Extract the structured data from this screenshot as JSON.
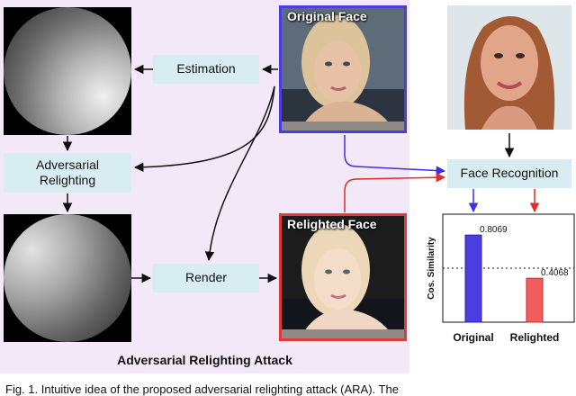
{
  "panel": {
    "title": "Adversarial Relighting Attack"
  },
  "boxes": {
    "estimation": "Estimation",
    "adversarial_relighting": "Adversarial\nRelighting",
    "render": "Render",
    "face_recognition": "Face Recognition"
  },
  "photos": {
    "original": "Original Face",
    "relighted": "Relighted Face"
  },
  "colors": {
    "panel_bg": "#f3e8f8",
    "box_bg": "#d7edf2",
    "original_accent": "#4a3ee0",
    "relighted_accent": "#e03b3b"
  },
  "chart_data": {
    "type": "bar",
    "ylabel": "Cos. Similarity",
    "categories": [
      "Original",
      "Relighted"
    ],
    "values": [
      0.8069,
      0.4068
    ],
    "value_labels": [
      "0.8069",
      "0.4068"
    ],
    "colors": [
      "#4a3ee0",
      "#f25d5d"
    ],
    "threshold_line": "dotted",
    "grid": false
  },
  "caption": "Fig. 1. Intuitive idea of the proposed adversarial relighting attack (ARA). The"
}
